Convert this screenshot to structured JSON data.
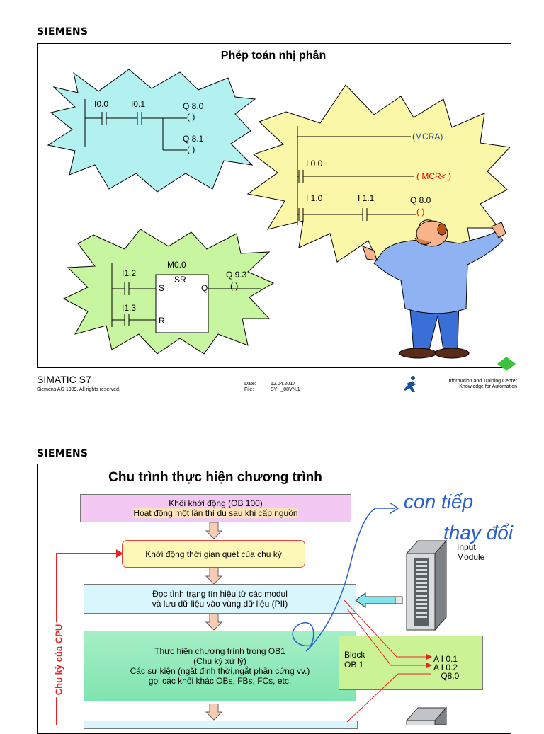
{
  "slide1": {
    "brand": "SIEMENS",
    "title": "Phép toán nhị phân",
    "ladder_a": {
      "c1": "I0.0",
      "c2": "I0.1",
      "coil1": "Q 8.0",
      "coil2": "Q 8.1",
      "coil_sym": "( )"
    },
    "ladder_b": {
      "mem": "M0.0",
      "block": "SR",
      "in1": "I1.2",
      "in2": "I1.3",
      "s": "S",
      "r": "R",
      "q": "Q",
      "out": "Q 9.3",
      "coil_sym": "( )"
    },
    "ladder_c": {
      "mcra": "(MCRA)",
      "c0": "I 0.0",
      "mcr": "( MCR< )",
      "c1": "I 1.0",
      "c2": "I 1.1",
      "out": "Q 8.0",
      "coil_sym": "(  )"
    },
    "footer": {
      "product": "SIMATIC S7",
      "copyright": "Siemens AG 1999. All rights reserved.",
      "date_label": "Date:",
      "date_value": "12.04.2017",
      "file_label": "File:",
      "file_value": "SYH_08VN.1",
      "center_line1": "Information and Training Center",
      "center_line2": "Knowledge for Automation"
    }
  },
  "slide2": {
    "brand": "SIEMENS",
    "title": "Chu trình thực hiện chương trình",
    "box1": {
      "line1": "Khối khởi động (OB 100)",
      "line2": "Hoạt động một lần thí dụ sau khi cấp nguồn"
    },
    "box2": "Khởi động thời gian quét của chu kỳ",
    "box3": {
      "line1": "Đọc tình trạng tín hiệu từ các modul",
      "line2": "và lưu dữ liệu vào vùng dữ liệu (PII)"
    },
    "box4": {
      "line1": "Thực hiện chương trình trong OB1",
      "line2": "(Chu kỳ xử lý)",
      "line3": "Các sự kiện (ngắt định thời,ngắt phần cứng vv.)",
      "line4": "gọi các khối khác OBs, FBs, FCs, etc."
    },
    "block": {
      "line1": "Block",
      "line2": "OB 1"
    },
    "code": {
      "line1": "A I 0.1",
      "line2": "A I 0.2",
      "line3": "= Q8.0"
    },
    "module": {
      "line1": "Input",
      "line2": "Module"
    },
    "cpu_label": "Chu kỳ của CPU",
    "handwriting": {
      "line1": "con tiếp",
      "line2": "thay đổi"
    }
  }
}
